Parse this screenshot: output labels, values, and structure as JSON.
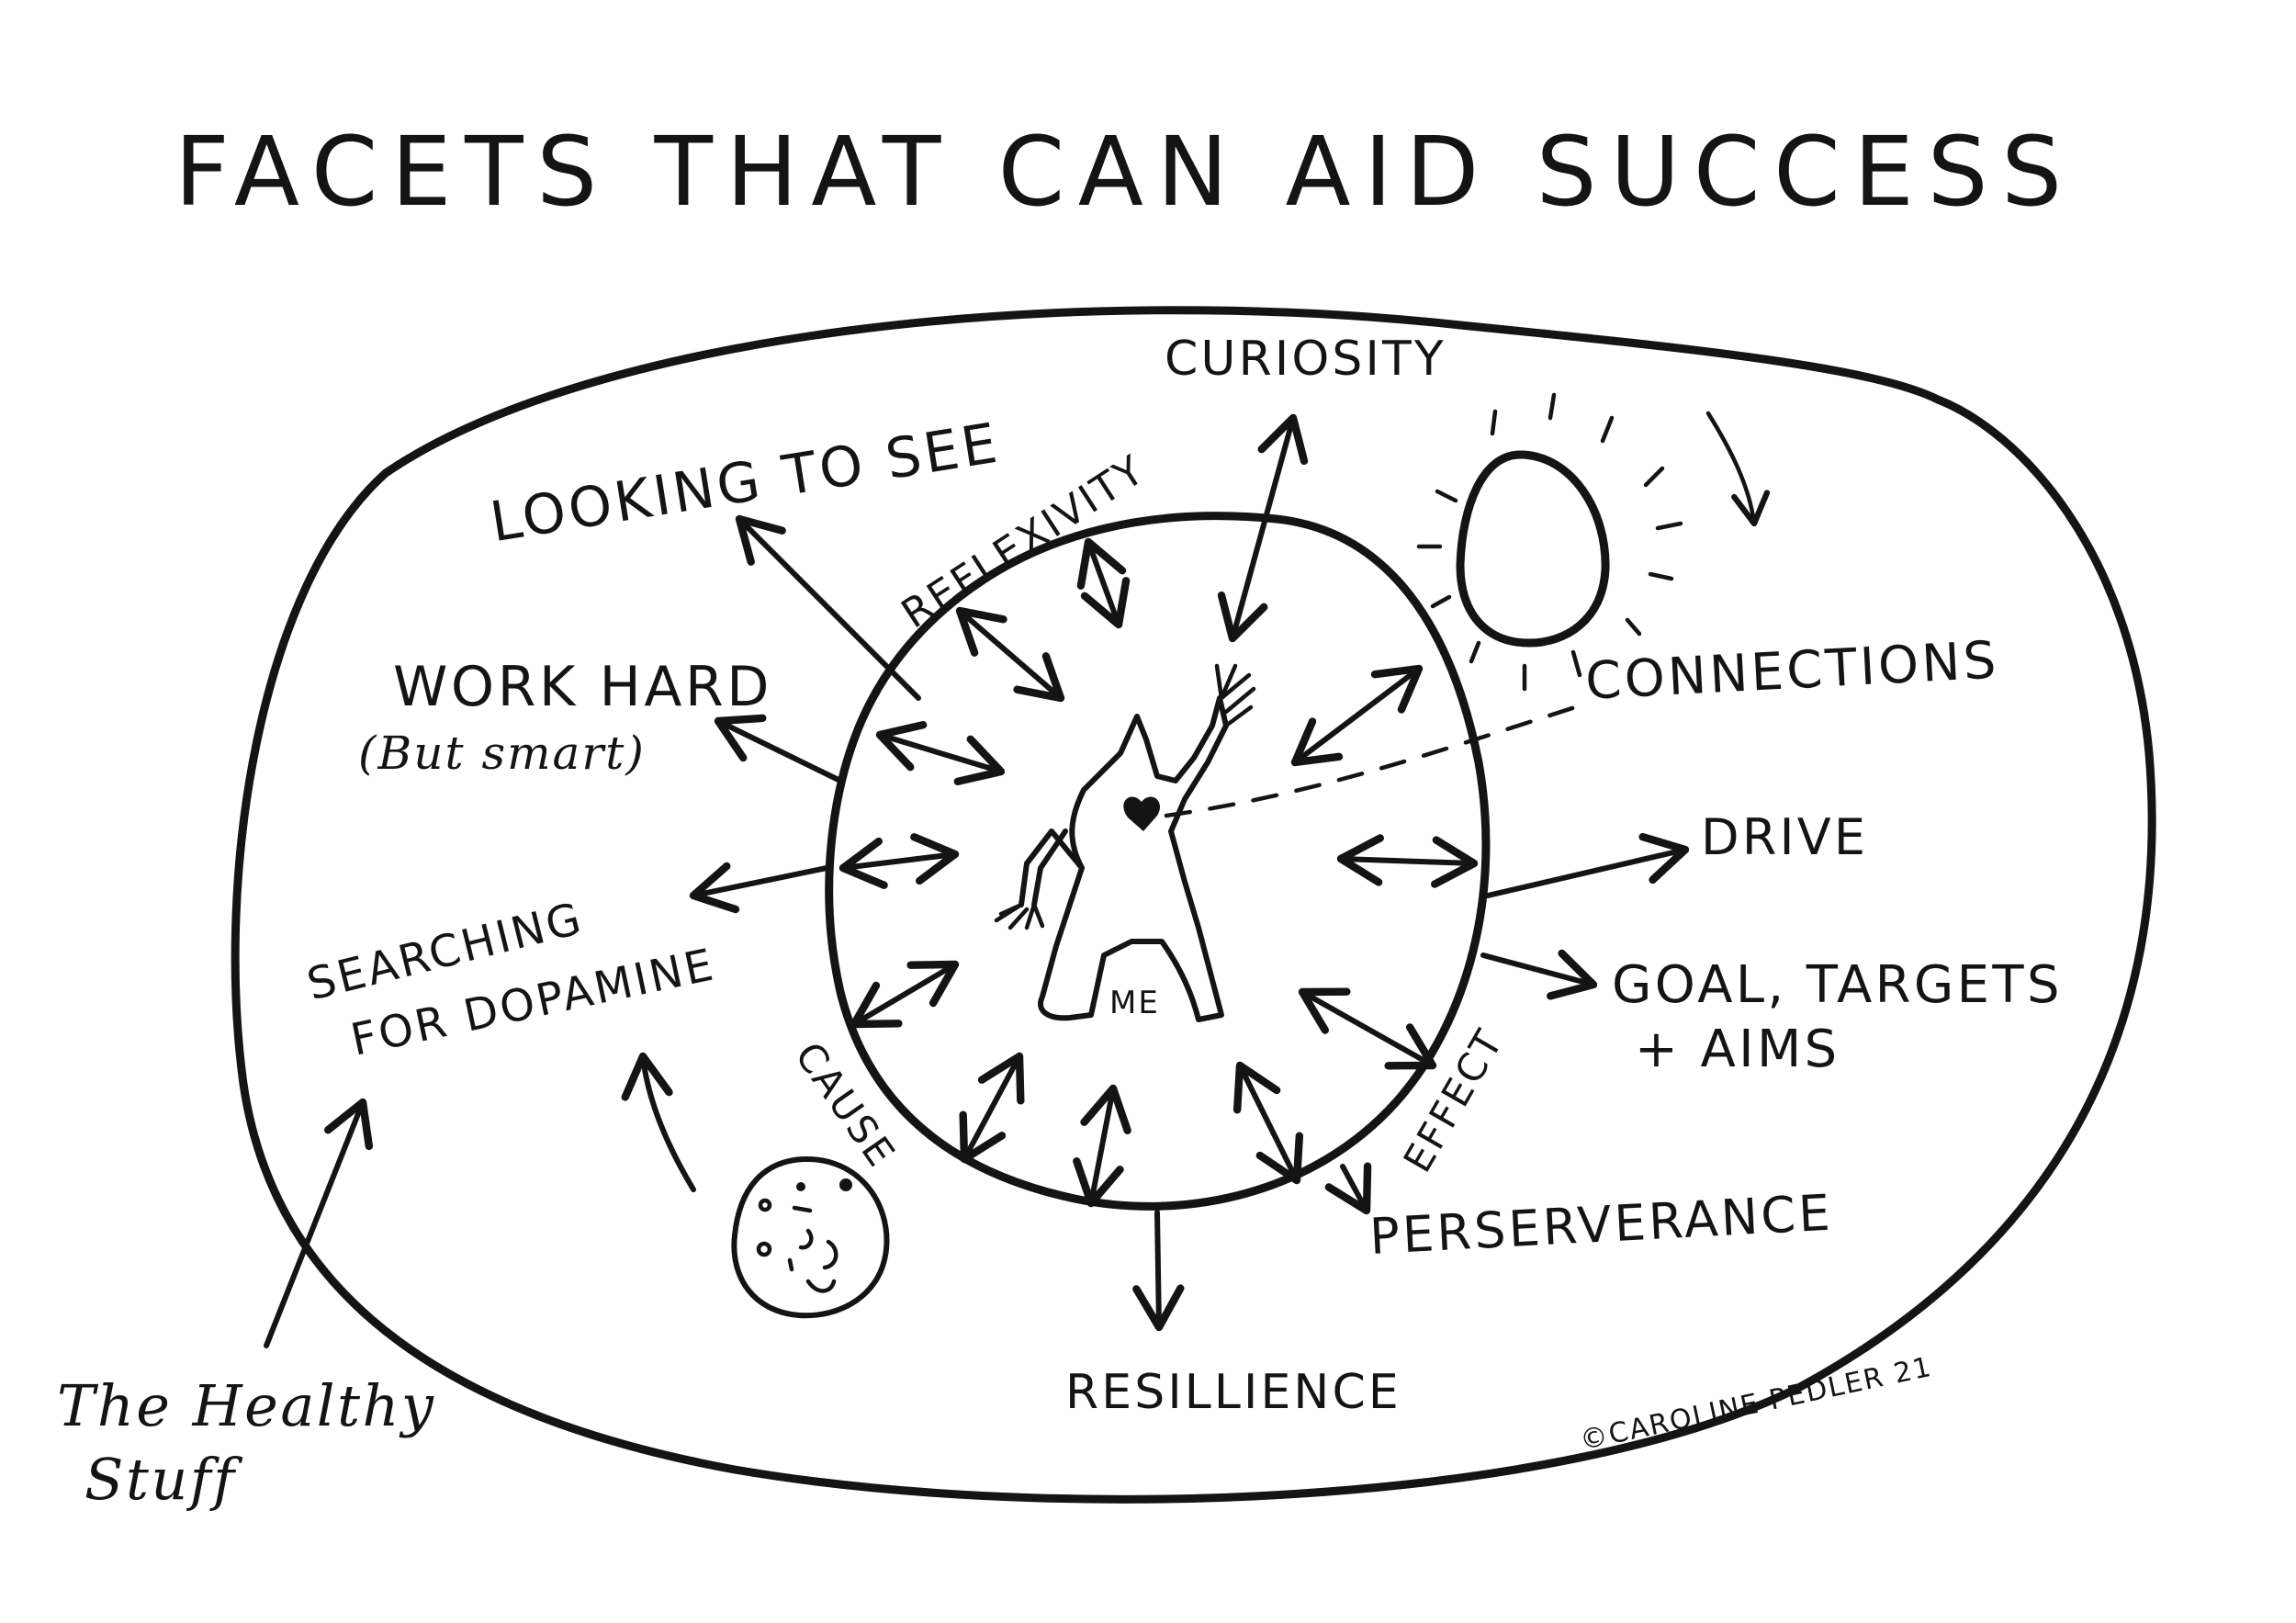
{
  "title": "FACETS THAT CAN AID SUCCESS",
  "center_label": "ME",
  "inner_ring": {
    "top": "REFLEXIVITY",
    "bottom_left": "CAUSE",
    "bottom_right": "EFFECT"
  },
  "facets": {
    "curiosity": "CURIOSITY",
    "looking_to_see": "LOOKING TO SEE",
    "work_hard": "WORK HARD",
    "work_hard_note": "(But smart)",
    "searching_line1": "SEARCHING",
    "searching_line2": "FOR DOPAMINE",
    "connections": "CONNECTIONS",
    "drive": "DRIVE",
    "goals_line1": "GOAL, TARGETS",
    "goals_line2": "+ AIMS",
    "perserverance": "PERSERVERANCE",
    "resillience": "RESILLIENCE"
  },
  "annotation": {
    "line1": "The Healthy",
    "line2": "Stuff"
  },
  "credit": "©CAROLINE PEDLER 21",
  "colors": {
    "ink": "#141414",
    "paper": "#ffffff"
  }
}
